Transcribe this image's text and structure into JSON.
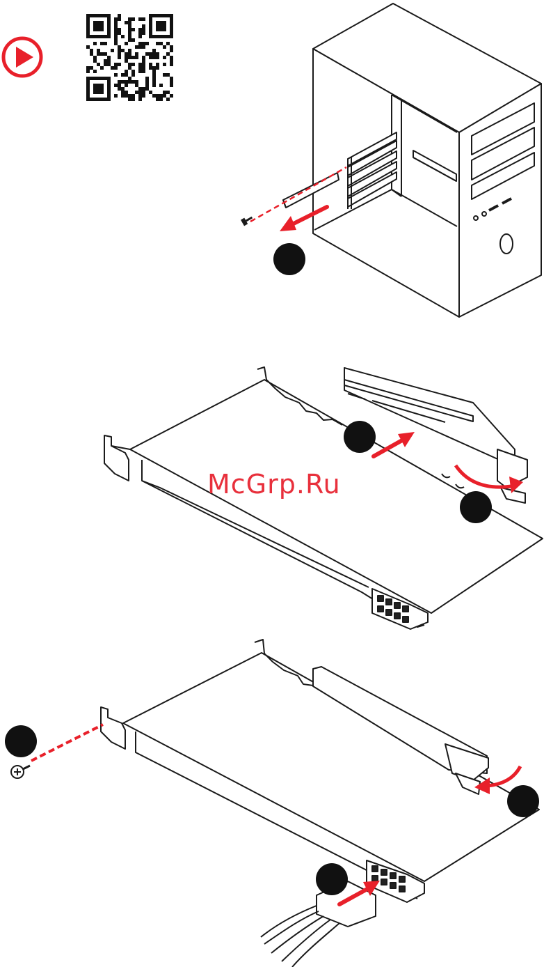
{
  "watermark": {
    "text": "McGrp.Ru",
    "color": "#e8303c"
  },
  "video_button": {
    "icon": "play-icon",
    "color": "#e8202a"
  },
  "qr_code": {
    "icon": "qr-code-icon"
  },
  "colors": {
    "accent_red": "#e8202a",
    "line": "#1a1a1a",
    "step_marker": "#111111"
  },
  "steps": [
    {
      "icon": "step-marker-icon",
      "panel": "remove-slot-cover"
    },
    {
      "icon": "step-marker-icon",
      "panel": "insert-graphics-card"
    },
    {
      "icon": "step-marker-icon",
      "panel": "latch-close"
    },
    {
      "icon": "step-marker-icon",
      "panel": "fasten-screw"
    },
    {
      "icon": "step-marker-icon",
      "panel": "latch-lock"
    },
    {
      "icon": "step-marker-icon",
      "panel": "connect-power"
    }
  ]
}
